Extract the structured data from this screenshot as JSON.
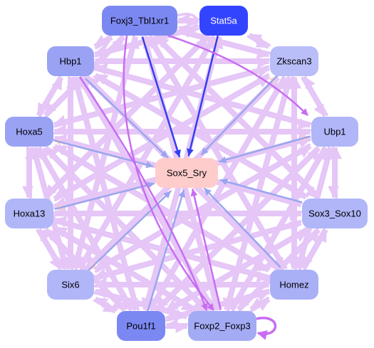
{
  "graph": {
    "colors": {
      "edge_light": "#e5c6f7",
      "edge_pink": "#ffcfc9",
      "edge_blue": "#99a6ef",
      "edge_purple": "#c86cf2",
      "edge_navy": "#3040f0",
      "center_node": "#ffcccc",
      "node_default": "#b0b6f8",
      "node_mid": "#9aa2f4",
      "node_dark": "#7c88f2",
      "node_stat": "#3344ff"
    },
    "nodes": [
      {
        "id": "foxj3",
        "label": "Foxj3_Tbl1xr1",
        "fill": "#7c88f2",
        "text_color": "#000000"
      },
      {
        "id": "stat5a",
        "label": "Stat5a",
        "fill": "#3344ff",
        "text_color": "#ffffff"
      },
      {
        "id": "hbp1",
        "label": "Hbp1",
        "fill": "#9aa2f4",
        "text_color": "#000000"
      },
      {
        "id": "zkscan3",
        "label": "Zkscan3",
        "fill": "#b9bdf8",
        "text_color": "#000000"
      },
      {
        "id": "hoxa5",
        "label": "Hoxa5",
        "fill": "#9aa2f4",
        "text_color": "#000000"
      },
      {
        "id": "ubp1",
        "label": "Ubp1",
        "fill": "#b0b6f8",
        "text_color": "#000000"
      },
      {
        "id": "sox5",
        "label": "Sox5_Sry",
        "fill": "#ffcccc",
        "text_color": "#000000"
      },
      {
        "id": "hoxa13",
        "label": "Hoxa13",
        "fill": "#b0b6f8",
        "text_color": "#000000"
      },
      {
        "id": "sox3",
        "label": "Sox3_Sox10",
        "fill": "#b0b6f8",
        "text_color": "#000000"
      },
      {
        "id": "six6",
        "label": "Six6",
        "fill": "#b0b6f8",
        "text_color": "#000000"
      },
      {
        "id": "homez",
        "label": "Homez",
        "fill": "#a9b0f6",
        "text_color": "#000000"
      },
      {
        "id": "pou1f1",
        "label": "Pou1f1",
        "fill": "#7c88f2",
        "text_color": "#000000"
      },
      {
        "id": "foxp2",
        "label": "Foxp2_Foxp3",
        "fill": "#a4abf5",
        "text_color": "#000000"
      }
    ]
  }
}
